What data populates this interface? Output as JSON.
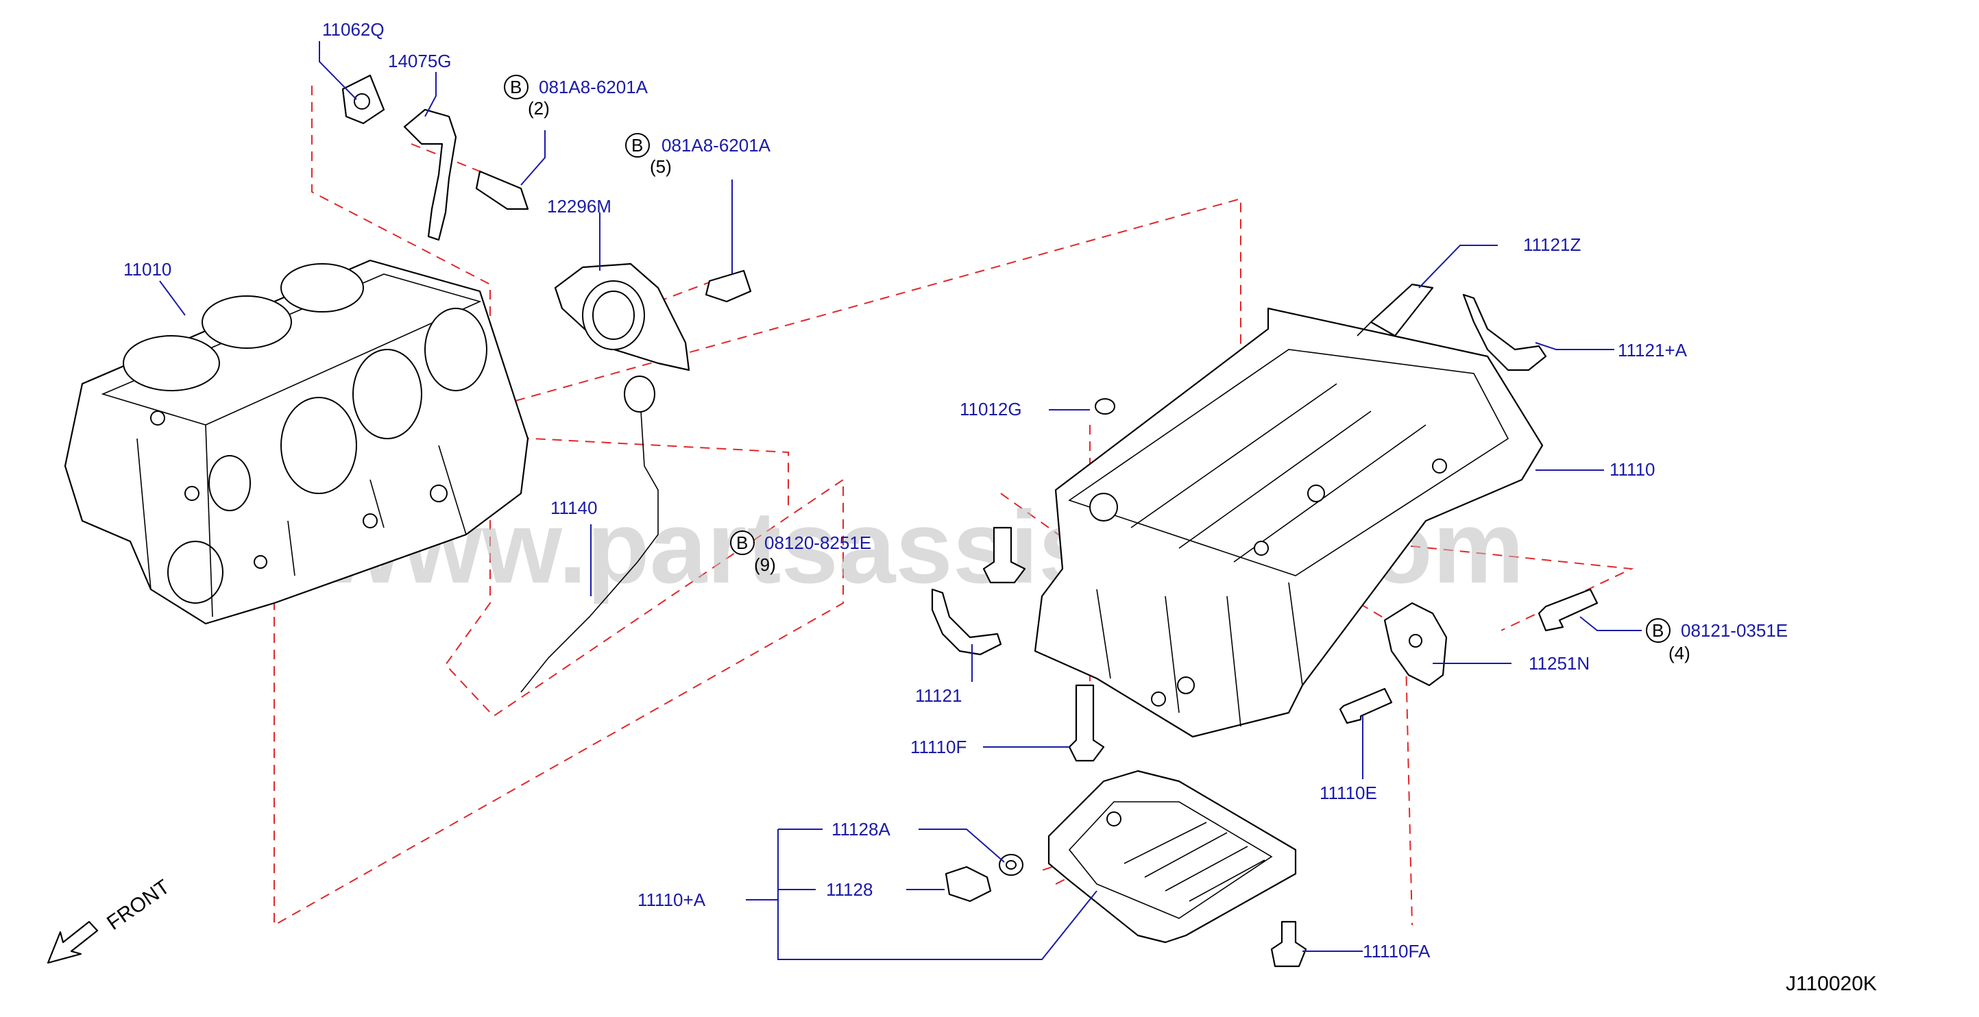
{
  "diagram_code": "J110020K",
  "watermark": "www.partsassistant.com",
  "front_label": "FRONT",
  "bolt_symbol": "B",
  "callouts": [
    {
      "id": "c1",
      "text": "11062Q"
    },
    {
      "id": "c2",
      "text": "14075G"
    },
    {
      "id": "c3",
      "text": "081A8-6201A",
      "qty": "(2)"
    },
    {
      "id": "c4",
      "text": "081A8-6201A",
      "qty": "(5)"
    },
    {
      "id": "c5",
      "text": "12296M"
    },
    {
      "id": "c6",
      "text": "11010"
    },
    {
      "id": "c7",
      "text": "11140"
    },
    {
      "id": "c8",
      "text": "08120-8251E",
      "qty": "(9)"
    },
    {
      "id": "c9",
      "text": "11012G"
    },
    {
      "id": "c10",
      "text": "11121Z"
    },
    {
      "id": "c11",
      "text": "11121+A"
    },
    {
      "id": "c12",
      "text": "11110"
    },
    {
      "id": "c13",
      "text": "08121-0351E",
      "qty": "(4)"
    },
    {
      "id": "c14",
      "text": "11251N"
    },
    {
      "id": "c15",
      "text": "11121"
    },
    {
      "id": "c16",
      "text": "11110F"
    },
    {
      "id": "c17",
      "text": "11110E"
    },
    {
      "id": "c18",
      "text": "11128A"
    },
    {
      "id": "c19",
      "text": "11128"
    },
    {
      "id": "c20",
      "text": "11110+A"
    },
    {
      "id": "c21",
      "text": "11110FA"
    }
  ]
}
